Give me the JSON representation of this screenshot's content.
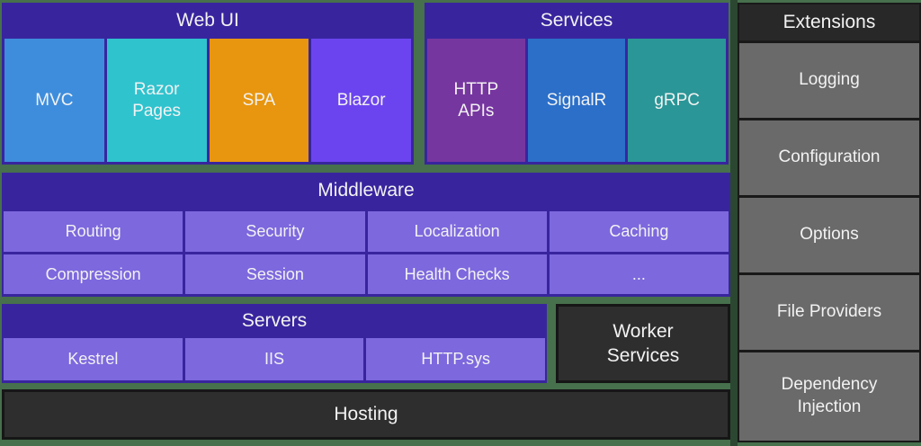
{
  "colors": {
    "background_green": "#47704C",
    "divider_dark_green": "#2B4731",
    "panel_indigo": "#38259E",
    "light_purple_cell": "#7D68DE",
    "mvc_blue": "#3E8DDD",
    "razor_teal": "#2FC3CE",
    "spa_orange": "#E8960F",
    "blazor_violet": "#6C44EF",
    "http_apis_purple": "#7636A0",
    "signalr_blue": "#2B6FC9",
    "grpc_teal": "#2A9697",
    "dark_box_gray": "#2E2E2E",
    "extensions_header_gray": "#282828",
    "extensions_row_gray": "#6A6A6A",
    "text_white": "#F2F2F2"
  },
  "web_ui": {
    "title": "Web UI",
    "cells": [
      {
        "label": "MVC"
      },
      {
        "label": "Razor Pages"
      },
      {
        "label": "SPA"
      },
      {
        "label": "Blazor"
      }
    ]
  },
  "services": {
    "title": "Services",
    "cells": [
      {
        "label": "HTTP APIs"
      },
      {
        "label": "SignalR"
      },
      {
        "label": "gRPC"
      }
    ]
  },
  "middleware": {
    "title": "Middleware",
    "row1": [
      {
        "label": "Routing"
      },
      {
        "label": "Security"
      },
      {
        "label": "Localization"
      },
      {
        "label": "Caching"
      }
    ],
    "row2": [
      {
        "label": "Compression"
      },
      {
        "label": "Session"
      },
      {
        "label": "Health Checks"
      },
      {
        "label": "..."
      }
    ]
  },
  "servers": {
    "title": "Servers",
    "cells": [
      {
        "label": "Kestrel"
      },
      {
        "label": "IIS"
      },
      {
        "label": "HTTP.sys"
      }
    ]
  },
  "worker_services": {
    "label": "Worker Services"
  },
  "hosting": {
    "label": "Hosting"
  },
  "extensions": {
    "title": "Extensions",
    "items": [
      {
        "label": "Logging"
      },
      {
        "label": "Configuration"
      },
      {
        "label": "Options"
      },
      {
        "label": "File Providers"
      },
      {
        "label": "Dependency Injection"
      }
    ]
  }
}
